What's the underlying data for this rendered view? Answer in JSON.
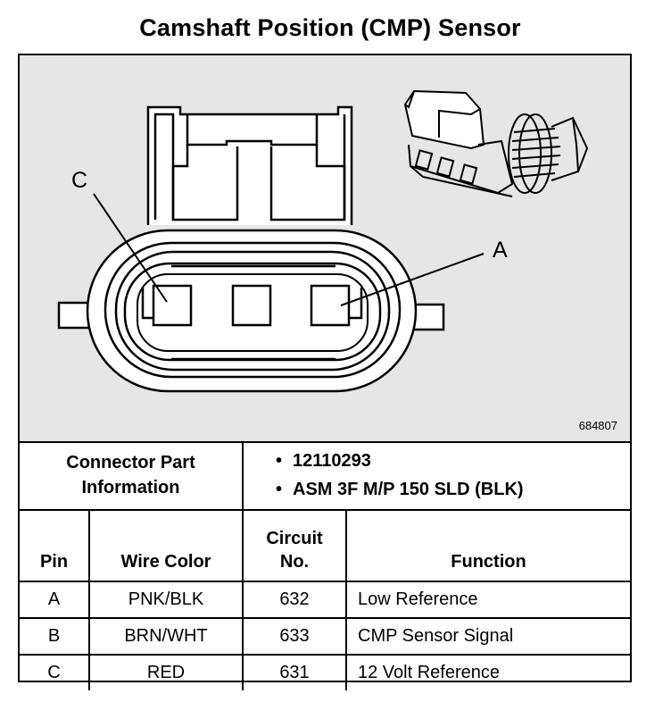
{
  "title": "Camshaft Position (CMP) Sensor",
  "figure_id": "684807",
  "pin_labels": {
    "left": "C",
    "right": "A"
  },
  "connector_info": {
    "label_line1": "Connector Part",
    "label_line2": "Information",
    "items": [
      "12110293",
      "ASM 3F M/P 150 SLD (BLK)"
    ]
  },
  "table": {
    "headers": {
      "pin": "Pin",
      "wire_color": "Wire Color",
      "circuit_line1": "Circuit",
      "circuit_line2": "No.",
      "function": "Function"
    },
    "rows": [
      {
        "pin": "A",
        "wire_color": "PNK/BLK",
        "circuit": "632",
        "function": "Low Reference"
      },
      {
        "pin": "B",
        "wire_color": "BRN/WHT",
        "circuit": "633",
        "function": "CMP Sensor Signal"
      },
      {
        "pin": "C",
        "wire_color": "RED",
        "circuit": "631",
        "function": "12 Volt Reference"
      }
    ]
  }
}
